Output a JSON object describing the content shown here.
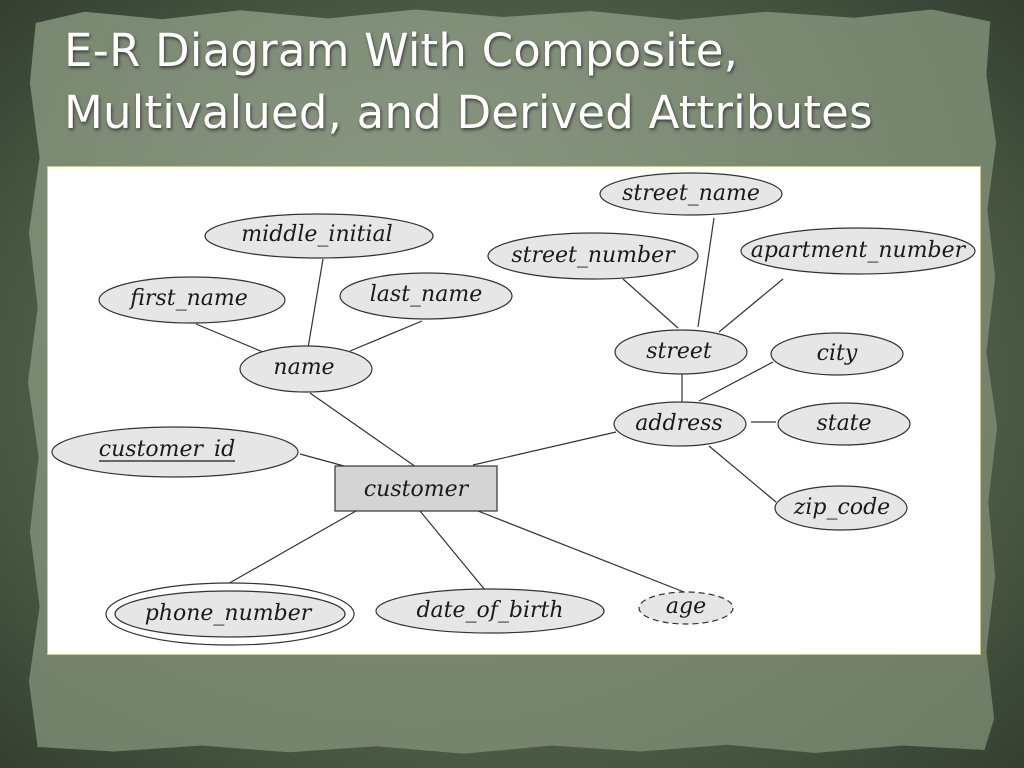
{
  "title": {
    "line1": "E-R Diagram With Composite,",
    "line2": "Multivalued, and Derived Attributes"
  },
  "diagram": {
    "entity": {
      "label": "customer"
    },
    "attributes": {
      "customer_id": "customer_id",
      "name": "name",
      "first_name": "first_name",
      "middle_initial": "middle_initial",
      "last_name": "last_name",
      "address": "address",
      "street": "street",
      "street_number": "street_number",
      "street_name": "street_name",
      "apartment_number": "apartment_number",
      "city": "city",
      "state": "state",
      "zip_code": "zip_code",
      "phone_number": "phone_number",
      "date_of_birth": "date_of_birth",
      "age": "age"
    }
  },
  "colors": {
    "ellipse_fill": "#e6e6e6",
    "entity_fill": "#d4d4d4",
    "stroke": "#333333"
  }
}
